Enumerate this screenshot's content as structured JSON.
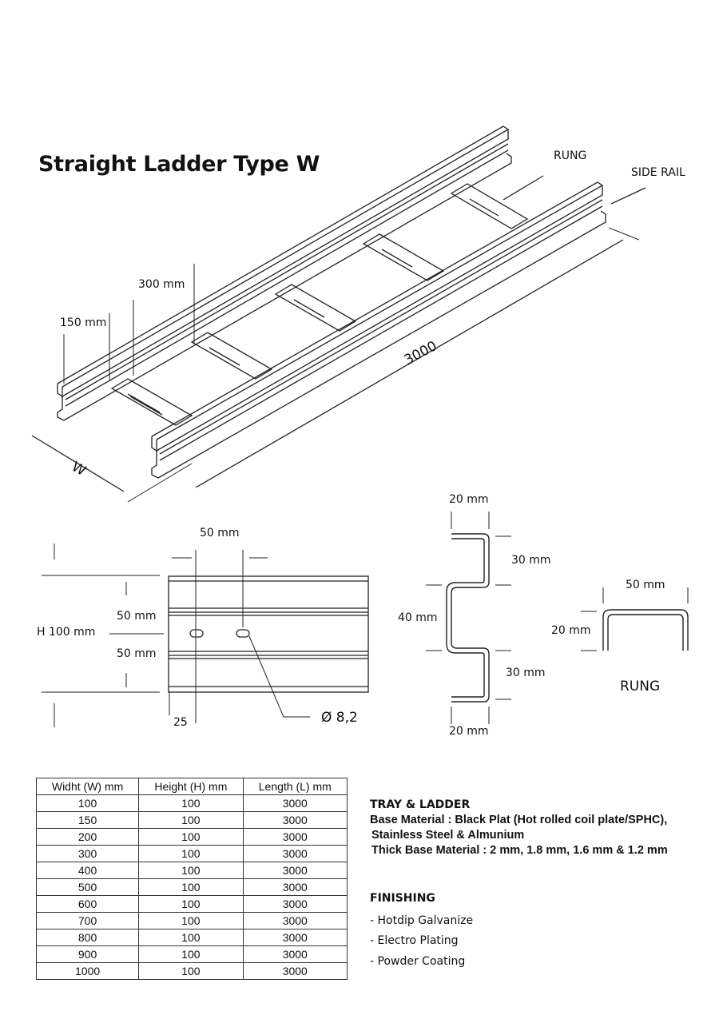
{
  "title": "Straight Ladder Type W",
  "iso_view": {
    "rung_label": "RUNG",
    "side_rail_label": "SIDE RAIL",
    "length_label": "3000",
    "rung_spacing_label": "300 mm",
    "height_label": "150 mm",
    "width_label": "W"
  },
  "side_view": {
    "hole_spacing_label": "50 mm",
    "height_label": "H 100 mm",
    "upper_offset_label": "50 mm",
    "lower_offset_label": "50 mm",
    "edge_offset_label": "25",
    "hole_diameter_label": "Ø 8,2"
  },
  "rail_profile": {
    "top_flange_label": "20 mm",
    "upper_web_label": "30 mm",
    "middle_label": "40 mm",
    "lower_web_label": "30 mm",
    "bottom_flange_label": "20 mm"
  },
  "rung_profile": {
    "width_label": "50 mm",
    "height_label": "20 mm",
    "caption": "RUNG"
  },
  "table": {
    "headers": [
      "Widht (W) mm",
      "Height (H) mm",
      "Length (L) mm"
    ],
    "rows": [
      [
        "100",
        "100",
        "3000"
      ],
      [
        "150",
        "100",
        "3000"
      ],
      [
        "200",
        "100",
        "3000"
      ],
      [
        "300",
        "100",
        "3000"
      ],
      [
        "400",
        "100",
        "3000"
      ],
      [
        "500",
        "100",
        "3000"
      ],
      [
        "600",
        "100",
        "3000"
      ],
      [
        "700",
        "100",
        "3000"
      ],
      [
        "800",
        "100",
        "3000"
      ],
      [
        "900",
        "100",
        "3000"
      ],
      [
        "1000",
        "100",
        "3000"
      ]
    ]
  },
  "material": {
    "heading": "TRAY & LADDER",
    "base_material": "Base Material : Black Plat (Hot rolled coil plate/SPHC),",
    "base_material_cont": "Stainless Steel & Almunium",
    "thickness": "Thick Base Material : 2 mm, 1.8 mm, 1.6 mm & 1.2 mm"
  },
  "finishing": {
    "heading": "FINISHING",
    "items": [
      "- Hotdip Galvanize",
      "- Electro Plating",
      "- Powder Coating"
    ]
  }
}
